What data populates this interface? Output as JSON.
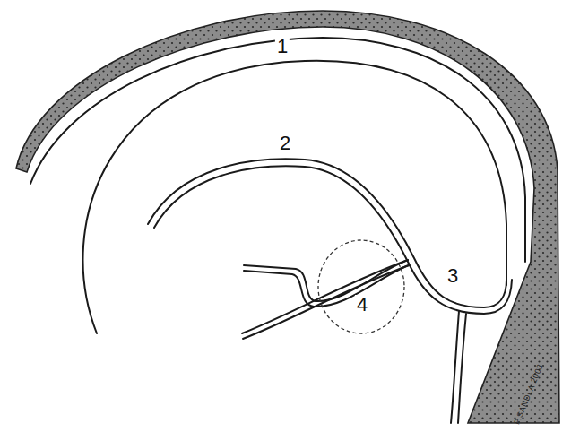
{
  "diagram": {
    "labels": [
      "1",
      "2",
      "3",
      "4",
      "P.SANDLA 2003"
    ]
  }
}
